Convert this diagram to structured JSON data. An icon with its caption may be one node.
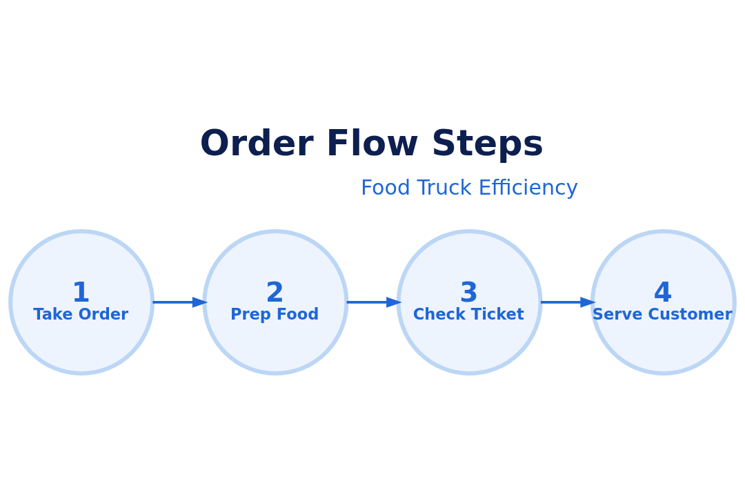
{
  "diagram": {
    "title": "Order Flow Steps",
    "nodes": [
      {
        "text": [
          "1",
          "Take Order"
        ]
      },
      {
        "text": [
          "2",
          "Prep Food"
        ]
      },
      {
        "text": [
          "3",
          "Check Ticket"
        ]
      },
      {
        "text": [
          "4",
          "Serve Customer"
        ]
      }
    ],
    "edges": [
      {
        "from": 0,
        "to": 1,
        "arrow": "to"
      },
      {
        "from": 1,
        "to": 2,
        "arrow": "to"
      },
      {
        "from": 2,
        "to": 3,
        "arrow": "to"
      }
    ],
    "labels": [
      "Food Truck Efficiency"
    ]
  }
}
